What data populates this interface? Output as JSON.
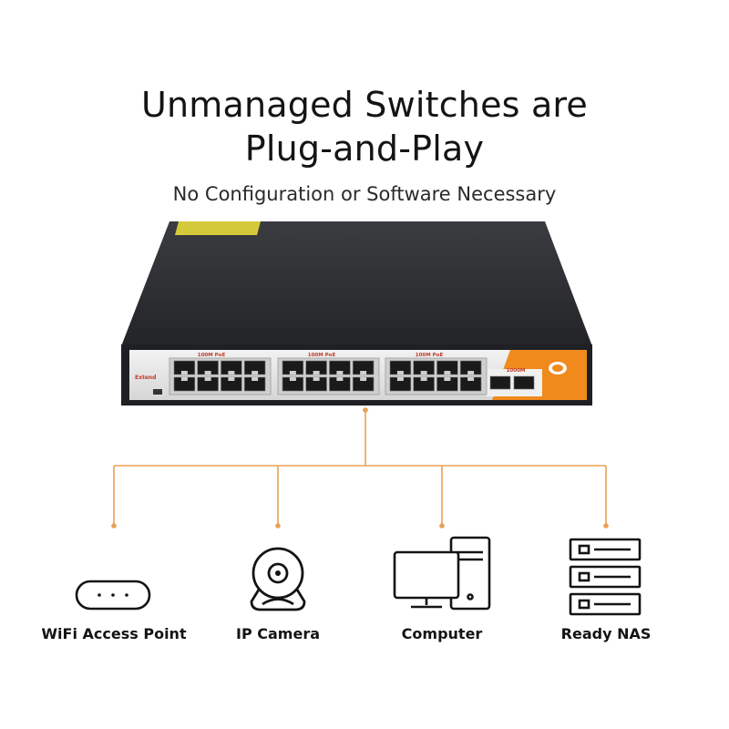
{
  "header": {
    "title_line1": "Unmanaged Switches are",
    "title_line2": "Plug-and-Play",
    "subtitle": "No Configuration or Software Necessary"
  },
  "switch": {
    "group_labels": [
      "100M PoE",
      "100M PoE",
      "100M PoE"
    ],
    "uplink_label": "1000M",
    "extend_label": "Extend",
    "port_groups": 3,
    "ports_per_group": 8,
    "uplink_ports": 2
  },
  "devices": [
    {
      "name": "WiFi Access Point",
      "icon": "wifi-access-point-icon"
    },
    {
      "name": "IP Camera",
      "icon": "ip-camera-icon"
    },
    {
      "name": "Computer",
      "icon": "computer-icon"
    },
    {
      "name": "Ready NAS",
      "icon": "nas-icon"
    }
  ],
  "colors": {
    "accent": "#E8A055",
    "switch_body": "#2B2D30",
    "panel_orange": "#F08A1C",
    "panel_silver": "#E6E6E6",
    "icon_stroke": "#141414"
  }
}
